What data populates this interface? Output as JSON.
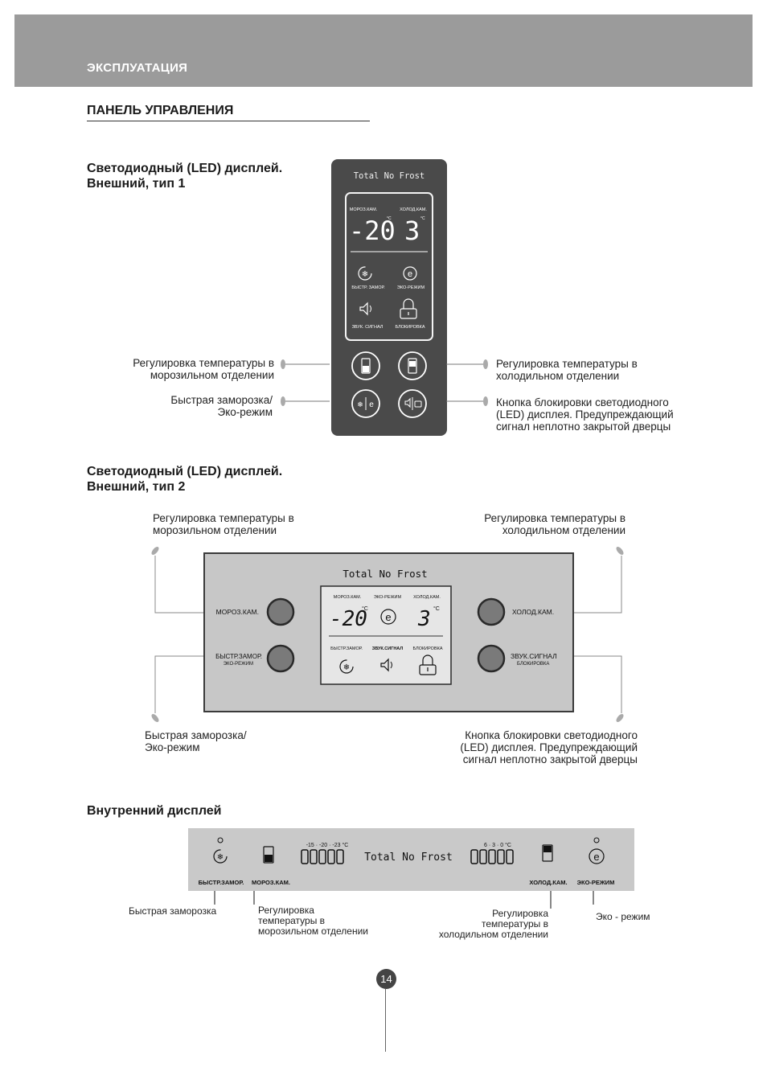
{
  "header": {
    "section": "ЭКСПЛУАТАЦИЯ"
  },
  "page_title": "ПАНЕЛЬ УПРАВЛЕНИЯ",
  "display1": {
    "title_line1": "Светодиодный (LED) дисплей.",
    "title_line2": "Внешний, тип 1",
    "brand": "Total No Frost",
    "freezer_label": "МОРОЗ.КАМ.",
    "fridge_label": "ХОЛОД.КАМ.",
    "freezer_temp": "-20",
    "fridge_temp": "3",
    "unit": "°C",
    "fast_freeze": "БЫСТР. ЗАМОР.",
    "eco": "ЭКО-РЕЖИМ",
    "sound": "ЗВУК. СИГНАЛ",
    "lock": "БЛОКИРОВКА",
    "callouts": {
      "left_top": [
        "Регулировка температуры в",
        "морозильном отделении"
      ],
      "left_bottom": [
        "Быстрая заморозка/",
        "Эко-режим"
      ],
      "right_top": [
        "Регулировка температуры в",
        "холодильном отделении"
      ],
      "right_bottom": [
        "Кнопка блокировки светодиодного",
        "(LED) дисплея. Предупреждающий",
        "сигнал неплотно закрытой дверцы"
      ]
    }
  },
  "display2": {
    "title_line1": "Светодиодный (LED) дисплей.",
    "title_line2": "Внешний, тип 2",
    "brand": "Total No Frost",
    "freezer_label": "МОРОЗ.КАМ.",
    "eco_label": "ЭКО-РЕЖИМ",
    "fridge_label": "ХОЛОД.КАМ.",
    "freezer_temp": "-20",
    "fridge_temp": "3",
    "unit": "°C",
    "fast_freeze": "БЫСТР.ЗАМОР.",
    "sound": "ЗВУК.СИГНАЛ",
    "lock": "БЛОКИРОВКА",
    "btn_freezer": "МОРОЗ.КАМ.",
    "btn_fast": "БЫСТР.ЗАМОР.",
    "btn_fast_sub": "ЭКО-РЕЖИМ",
    "btn_fridge": "ХОЛОД.КАМ.",
    "btn_sound": "ЗВУК.СИГНАЛ",
    "btn_sound_sub": "БЛОКИРОВКА",
    "callouts": {
      "left_top": [
        "Регулировка температуры в",
        "морозильном отделении"
      ],
      "right_top": [
        "Регулировка температуры в",
        "холодильном отделении"
      ],
      "left_bottom": [
        "Быстрая заморозка/",
        "Эко-режим"
      ],
      "right_bottom": [
        "Кнопка блокировки светодиодного",
        "(LED) дисплея. Предупреждающий",
        "сигнал неплотно закрытой дверцы"
      ]
    }
  },
  "internal": {
    "title": "Внутренний дисплей",
    "brand": "Total No Frost",
    "freezer_scale": "-15 · -20 · -23 °C",
    "fridge_scale": "6 · 3 · 0 °C",
    "fast_freeze": "БЫСТР.ЗАМОР.",
    "freezer": "МОРОЗ.КАМ.",
    "fridge": "ХОЛОД.КАМ.",
    "eco": "ЭКО-РЕЖИМ",
    "callouts": {
      "fast": "Быстрая заморозка",
      "freezer": [
        "Регулировка",
        "температуры в",
        "морозильном отделении"
      ],
      "fridge": [
        "Регулировка",
        "температуры в",
        "холодильном отделении"
      ],
      "eco": "Эко - режим"
    }
  },
  "page_number": "14"
}
